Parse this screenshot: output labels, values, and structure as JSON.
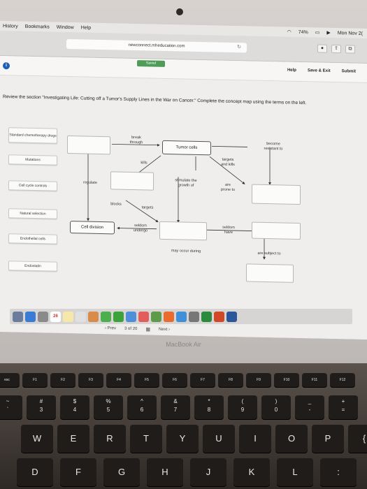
{
  "menubar": {
    "items": [
      "History",
      "Bookmarks",
      "Window",
      "Help"
    ],
    "battery": "74%",
    "clock": "Mon Nov 2("
  },
  "browser": {
    "url": "newconnect.mheducation.com",
    "reload_icon": "reload-icon"
  },
  "app_header": {
    "saved": "Saved",
    "help": "Help",
    "save_exit": "Save & Exit",
    "submit": "Submit"
  },
  "instructions": "Review the section \"Investigating Life: Cutting off a Tumor's Supply Lines in the War on Cancer.\" Complete the concept map using the terms on the left.",
  "terms": [
    "Standard chemotherapy drugs",
    "Mutations",
    "Cell cycle controls",
    "Natural selection",
    "Endothelial cells",
    "Endostatin"
  ],
  "map": {
    "nodes": {
      "tumor_cells": "Tumor cells",
      "cell_division": "Cell division"
    },
    "labels": {
      "break_through": "break\nthrough",
      "become_resistant": "become\nresistant to",
      "kills": "kills",
      "targets_and_kills": "targets\nand kills",
      "regulate": "regulate",
      "stimulate_growth": "stimulate the\ngrowth of",
      "are_prone_to": "are\nprone to",
      "blocks": "blocks",
      "targets": "targets",
      "seldom_undergo": "seldom\nundergo",
      "seldom_have": "seldom\nhave",
      "may_occur_during": "may occur during",
      "are_subject_to": "are subject to"
    }
  },
  "pager": {
    "prev": "‹ Prev",
    "current": "3",
    "of": "of",
    "total": "20",
    "next": "Next ›"
  },
  "dock": {
    "calendar_day": "26"
  },
  "laptop": {
    "brand": "MacBook Air"
  },
  "keyboard": {
    "fn_row": [
      "esc",
      "F1",
      "F2",
      "F3",
      "F4",
      "F5",
      "F6",
      "F7",
      "F8",
      "F9",
      "F10",
      "F11",
      "F12"
    ],
    "num_row": [
      [
        "~",
        "`"
      ],
      [
        "#",
        "3"
      ],
      [
        "$",
        "4"
      ],
      [
        "%",
        "5"
      ],
      [
        "^",
        "6"
      ],
      [
        "&",
        "7"
      ],
      [
        "*",
        "8"
      ],
      [
        "(",
        "9"
      ],
      [
        ")",
        "0"
      ],
      [
        "_",
        "-"
      ],
      [
        "+",
        "="
      ]
    ],
    "row_q": [
      "W",
      "E",
      "R",
      "T",
      "Y",
      "U",
      "I",
      "O",
      "P",
      "{"
    ],
    "row_a": [
      "D",
      "F",
      "G",
      "H",
      "J",
      "K",
      "L",
      ":"
    ]
  }
}
